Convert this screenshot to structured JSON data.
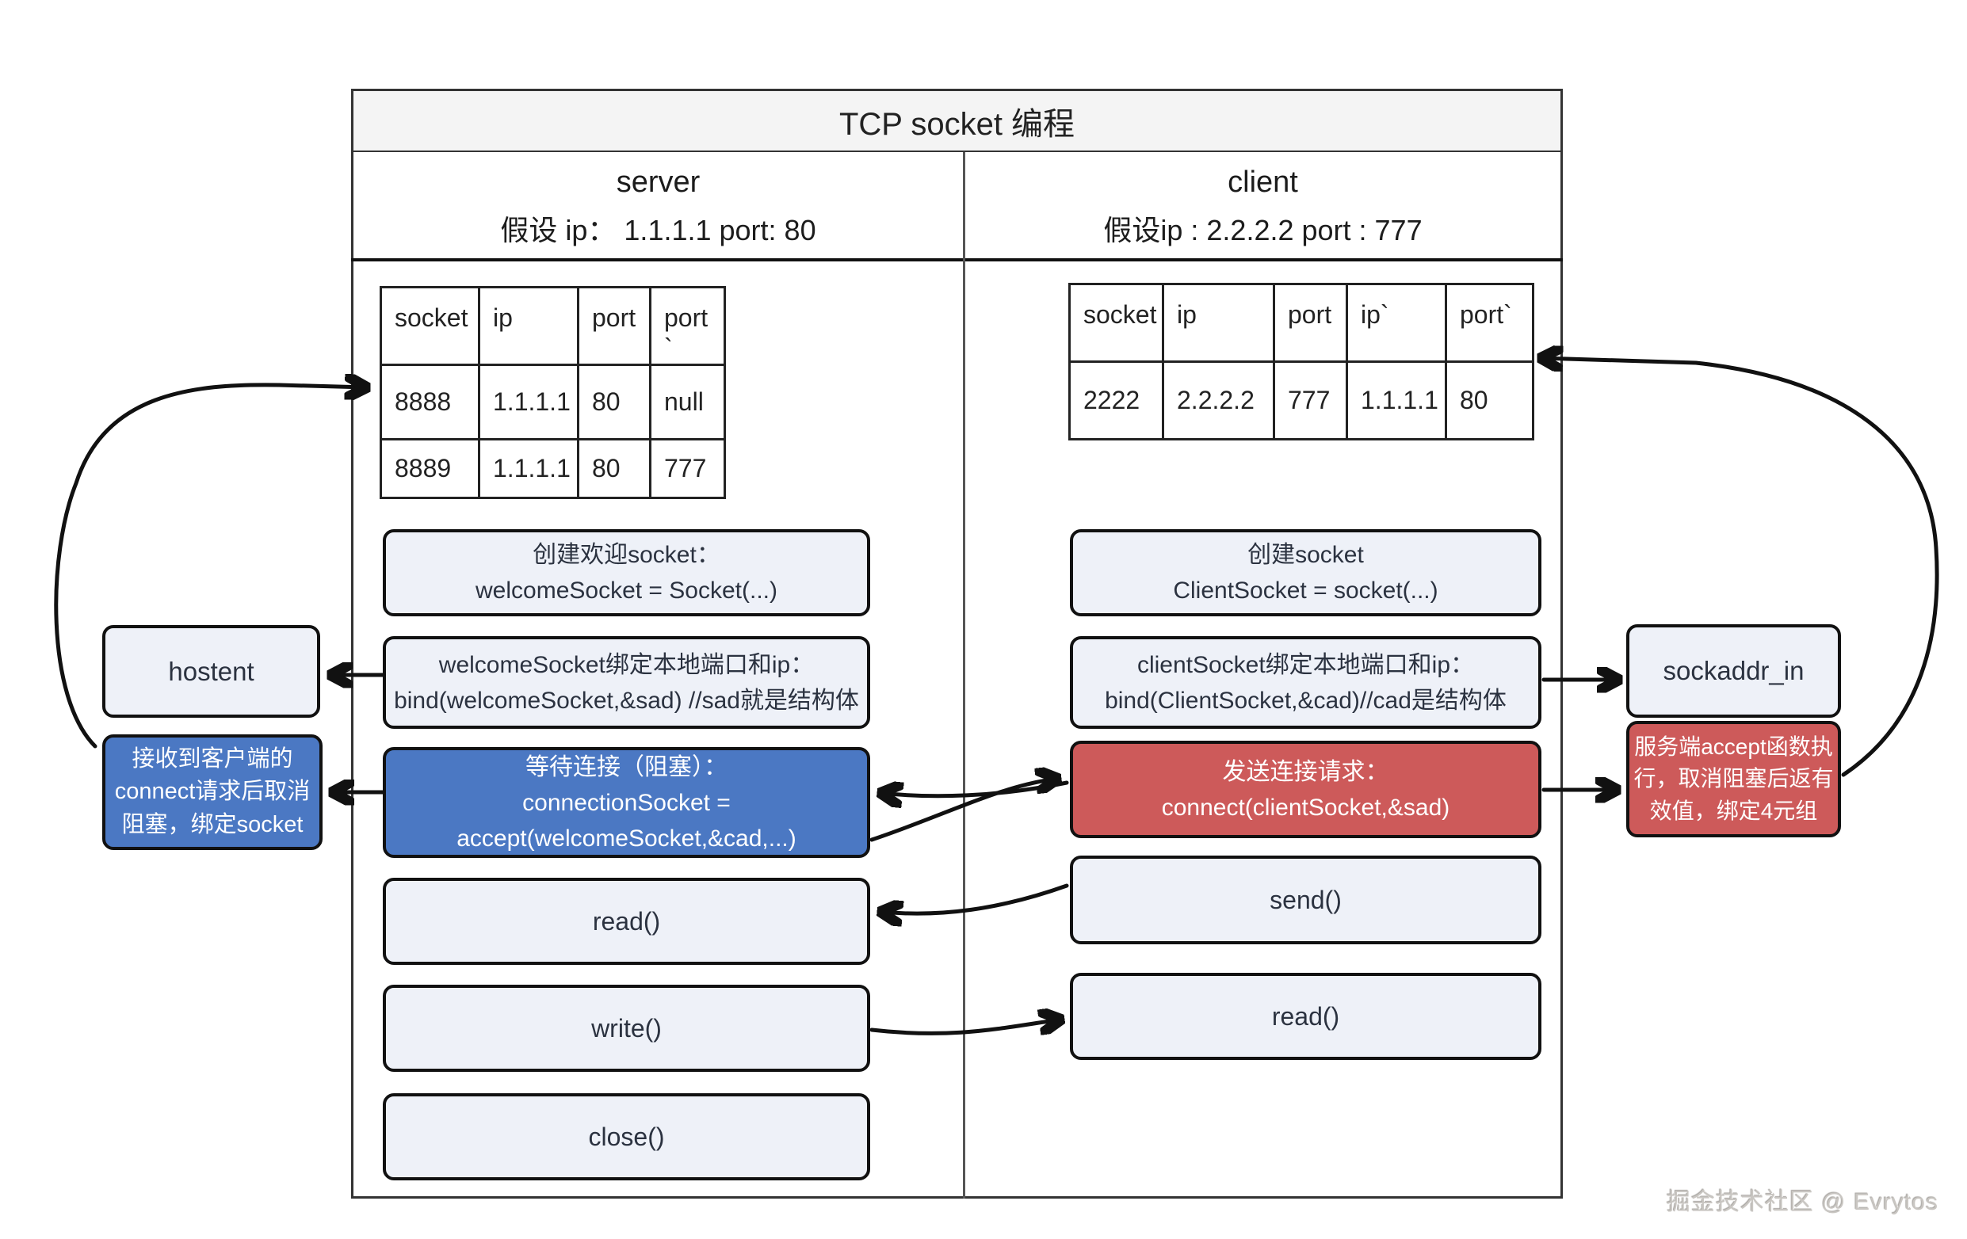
{
  "title": "TCP socket 编程",
  "watermark": "掘金技术社区 @ Evrytos",
  "server": {
    "heading": "server",
    "subheading": "假设 ip： 1.1.1.1 port: 80",
    "table": {
      "headers": [
        "socket",
        "ip",
        "port",
        "port\n`"
      ],
      "rows": [
        [
          "8888",
          "1.1.1.1",
          "80",
          "null"
        ],
        [
          "8889",
          "1.1.1.1",
          "80",
          "777"
        ]
      ]
    },
    "boxes": {
      "create": "创建欢迎socket：\nwelcomeSocket = Socket(...)",
      "bind": "welcomeSocket绑定本地端口和ip：\nbind(welcomeSocket,&sad) //sad就是结构体",
      "accept": "等待连接（阻塞）：\nconnectionSocket =\naccept(welcomeSocket,&cad,...)",
      "read": "read()",
      "write": "write()",
      "close": "close()"
    }
  },
  "client": {
    "heading": "client",
    "subheading": "假设ip : 2.2.2.2 port : 777",
    "table": {
      "headers": [
        "socket",
        "ip",
        "port",
        "ip`",
        "port`"
      ],
      "rows": [
        [
          "2222",
          "2.2.2.2",
          "777",
          "1.1.1.1",
          "80"
        ]
      ]
    },
    "boxes": {
      "create": "创建socket\nClientSocket = socket(...)",
      "bind": "clientSocket绑定本地端口和ip：\nbind(ClientSocket,&cad)//cad是结构体",
      "connect": "发送连接请求：\nconnect(clientSocket,&sad)",
      "send": "send()",
      "read": "read()"
    }
  },
  "annotations": {
    "hostent": "hostent",
    "accept_note": "接收到客户端的\nconnect请求后取消\n阻塞，绑定socket",
    "sockaddr": "sockaddr_in",
    "connect_note": "服务端accept函数执\n行，取消阻塞后返有\n效值，绑定4元组"
  },
  "colors": {
    "blue": "#4b78c3",
    "red": "#cd5a5a",
    "light": "#eef1f8",
    "band": "#f4f4f4",
    "border": "#111111"
  }
}
